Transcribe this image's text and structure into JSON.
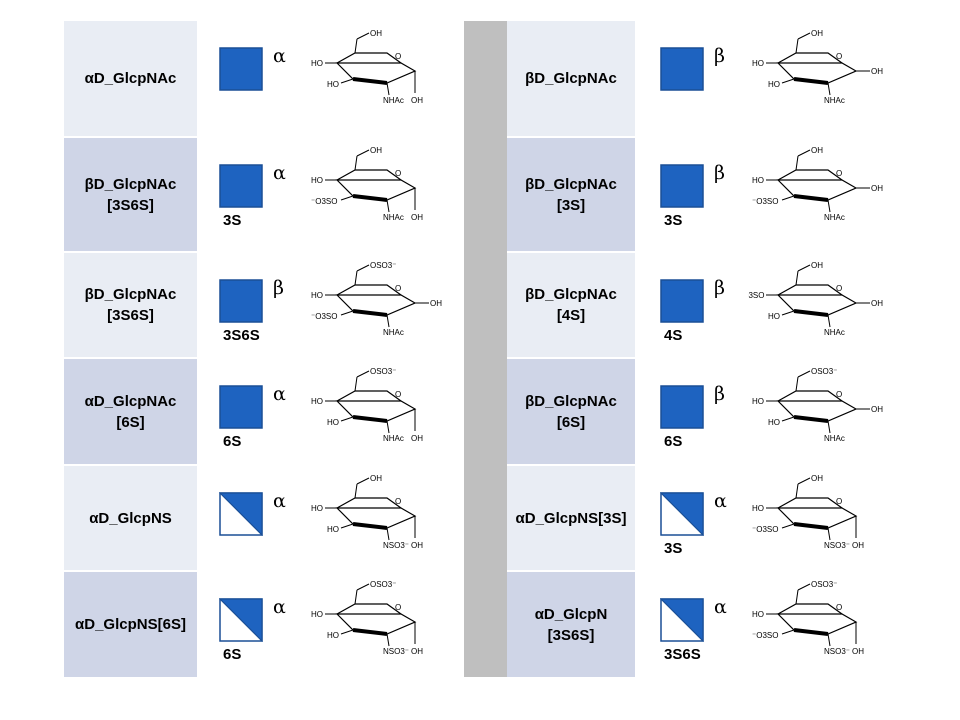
{
  "colors": {
    "square_fill": "#1e63c0",
    "square_stroke": "#1a4f96",
    "name_bg_light": "#e9edf4",
    "name_bg_dark": "#cfd5e7",
    "divider": "#bfbfbf"
  },
  "left": [
    {
      "name": "αD_GlcpNAc",
      "anomer": "α",
      "mod": "",
      "symbol": "filled-square-icon"
    },
    {
      "name": "βD_GlcpNAc\n[3S6S]",
      "anomer": "α",
      "mod": "3S",
      "symbol": "filled-square-icon"
    },
    {
      "name": "βD_GlcpNAc\n[3S6S]",
      "anomer": "β",
      "mod": "3S6S",
      "symbol": "filled-square-icon"
    },
    {
      "name": "αD_GlcpNAc\n[6S]",
      "anomer": "α",
      "mod": "6S",
      "symbol": "filled-square-icon"
    },
    {
      "name": "αD_GlcpNS",
      "anomer": "α",
      "mod": "",
      "symbol": "diagonal-square-icon"
    },
    {
      "name": "αD_GlcpNS[6S]",
      "anomer": "α",
      "mod": "6S",
      "symbol": "diagonal-square-icon"
    }
  ],
  "right": [
    {
      "name": "βD_GlcpNAc",
      "anomer": "β",
      "mod": "",
      "symbol": "filled-square-icon"
    },
    {
      "name": "βD_GlcpNAc\n[3S]",
      "anomer": "β",
      "mod": "3S",
      "symbol": "filled-square-icon"
    },
    {
      "name": "βD_GlcpNAc\n[4S]",
      "anomer": "β",
      "mod": "4S",
      "symbol": "filled-square-icon"
    },
    {
      "name": "βD_GlcpNAc\n[6S]",
      "anomer": "β",
      "mod": "6S",
      "symbol": "filled-square-icon"
    },
    {
      "name": "αD_GlcpNS[3S]",
      "anomer": "α",
      "mod": "3S",
      "symbol": "diagonal-square-icon"
    },
    {
      "name": "αD_GlcpN\n[3S6S]",
      "anomer": "α",
      "mod": "3S6S",
      "symbol": "diagonal-square-icon"
    }
  ],
  "structure_labels": {
    "oh": "OH",
    "ho": "HO",
    "nhac": "NHAc",
    "nso3": "NSO3⁻",
    "o3so": "⁻O3SO",
    "oso3": "OSO3⁻",
    "ring_o": "O"
  }
}
